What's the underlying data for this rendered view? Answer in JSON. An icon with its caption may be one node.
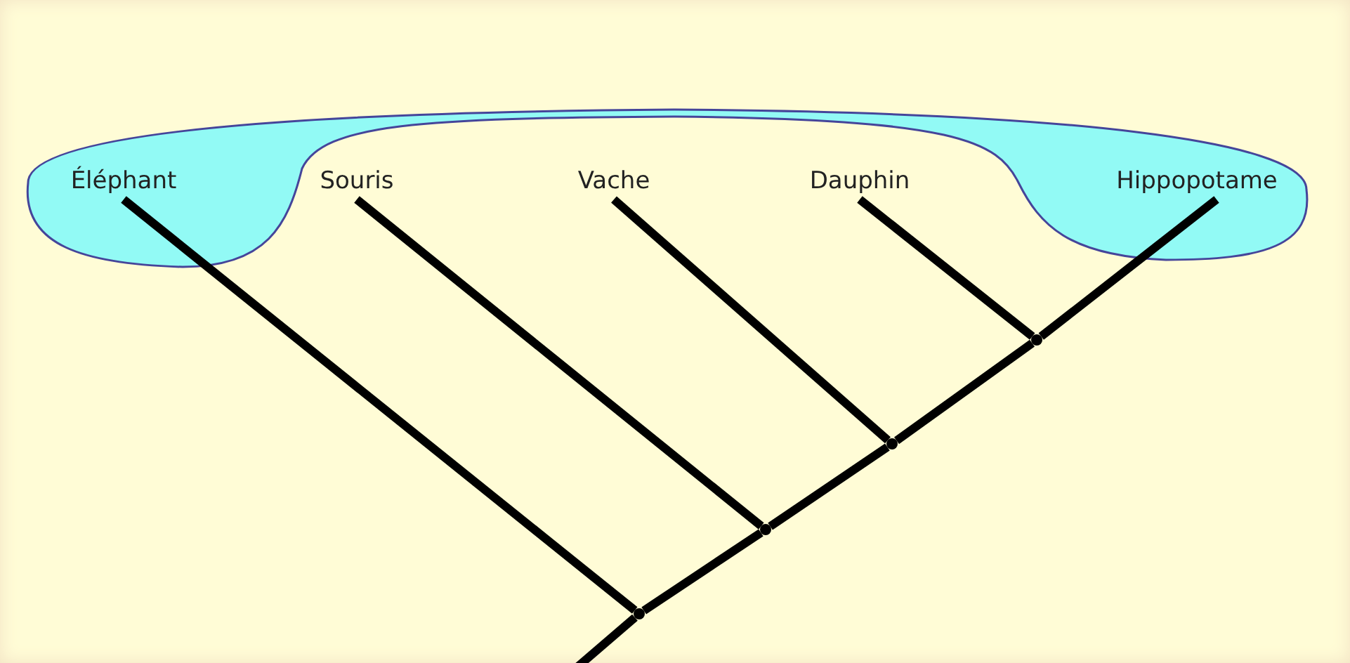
{
  "diagram": {
    "nodes": [
      {
        "text": [
          "Éléphant"
        ]
      },
      {
        "text": [
          "Souris"
        ]
      },
      {
        "text": [
          "Vache"
        ]
      },
      {
        "text": [
          "Dauphin"
        ]
      },
      {
        "text": [
          "Hippopotame"
        ]
      },
      {
        "text": [],
        "shape": "dot"
      },
      {
        "text": [],
        "shape": "dot"
      },
      {
        "text": [],
        "shape": "dot"
      },
      {
        "text": [],
        "shape": "dot"
      }
    ],
    "edges": [
      {
        "from": 0,
        "to": 5,
        "arrow": "none"
      },
      {
        "from": 1,
        "to": 6,
        "arrow": "none"
      },
      {
        "from": 2,
        "to": 7,
        "arrow": "none"
      },
      {
        "from": 3,
        "to": 8,
        "arrow": "none"
      },
      {
        "from": 4,
        "to": 8,
        "arrow": "none"
      },
      {
        "from": 8,
        "to": 7,
        "arrow": "none"
      },
      {
        "from": 7,
        "to": 6,
        "arrow": "none"
      },
      {
        "from": 6,
        "to": 5,
        "arrow": "none"
      },
      {
        "from": 5,
        "to": null,
        "arrow": "none"
      }
    ]
  }
}
